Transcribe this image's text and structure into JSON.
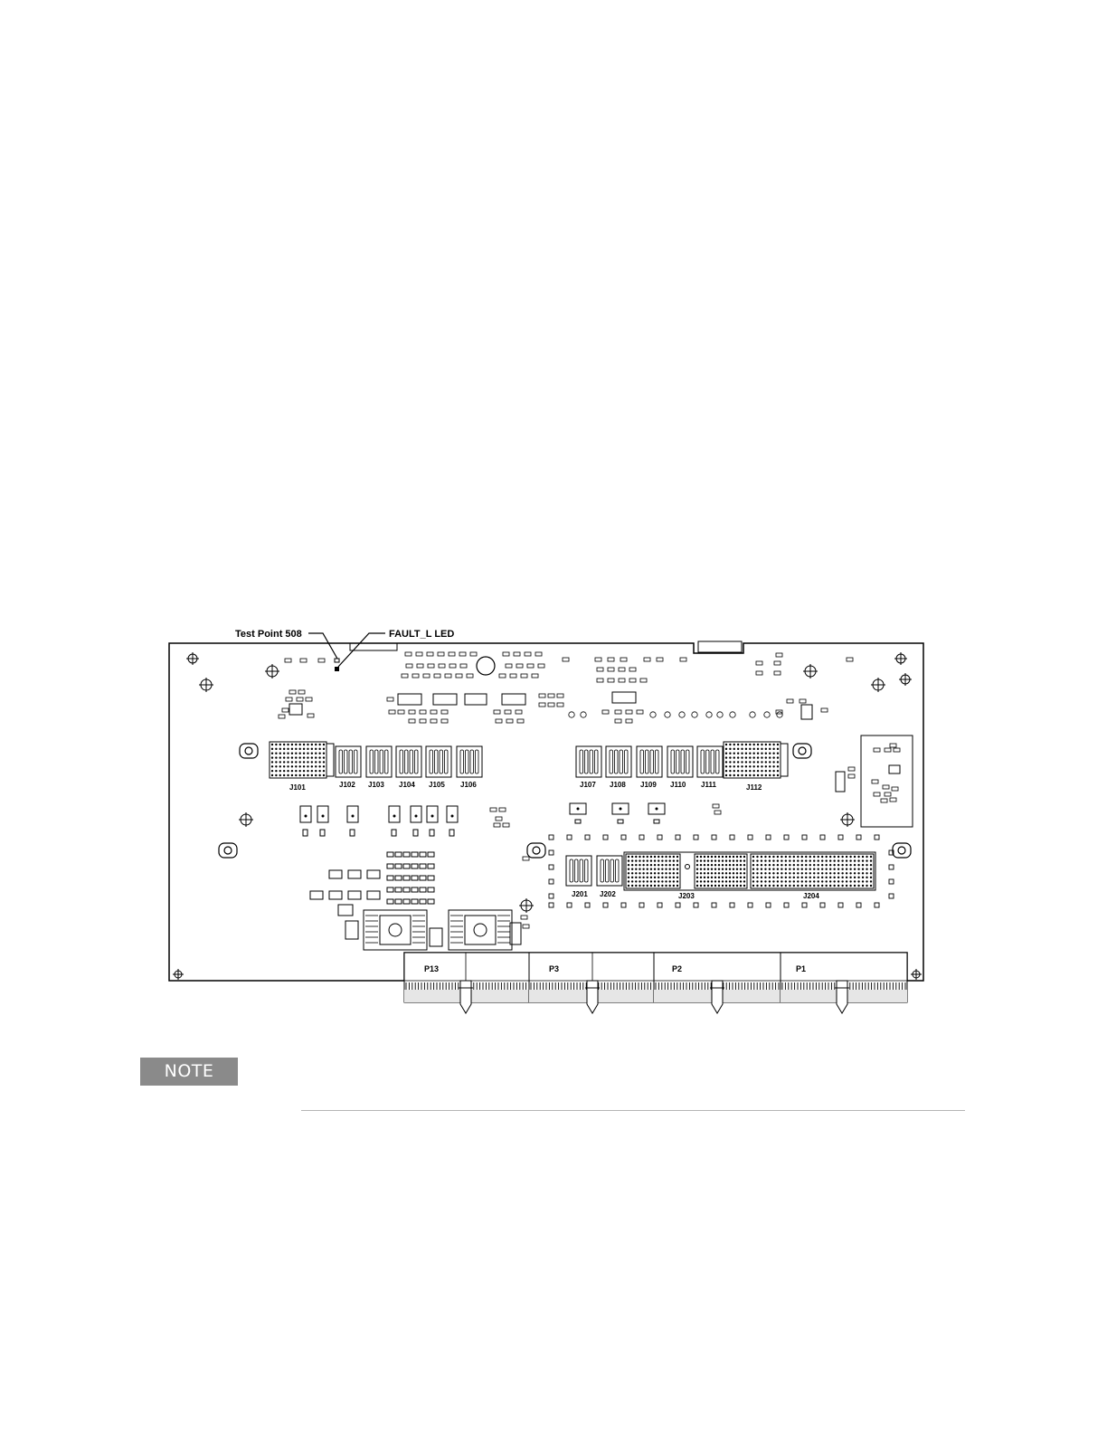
{
  "diagram": {
    "callouts": {
      "test_point": "Test Point 508",
      "fault_led": "FAULT_L LED"
    },
    "connectors": {
      "j101": "J101",
      "j102": "J102",
      "j103": "J103",
      "j104": "J104",
      "j105": "J105",
      "j106": "J106",
      "j107": "J107",
      "j108": "J108",
      "j109": "J109",
      "j110": "J110",
      "j111": "J111",
      "j112": "J112",
      "j201": "J201",
      "j202": "J202",
      "j203": "J203",
      "j204": "J204"
    },
    "edge_connectors": {
      "p13": "P13",
      "p3": "P3",
      "p2": "P2",
      "p1": "P1"
    }
  },
  "note": {
    "label": "NOTE"
  }
}
